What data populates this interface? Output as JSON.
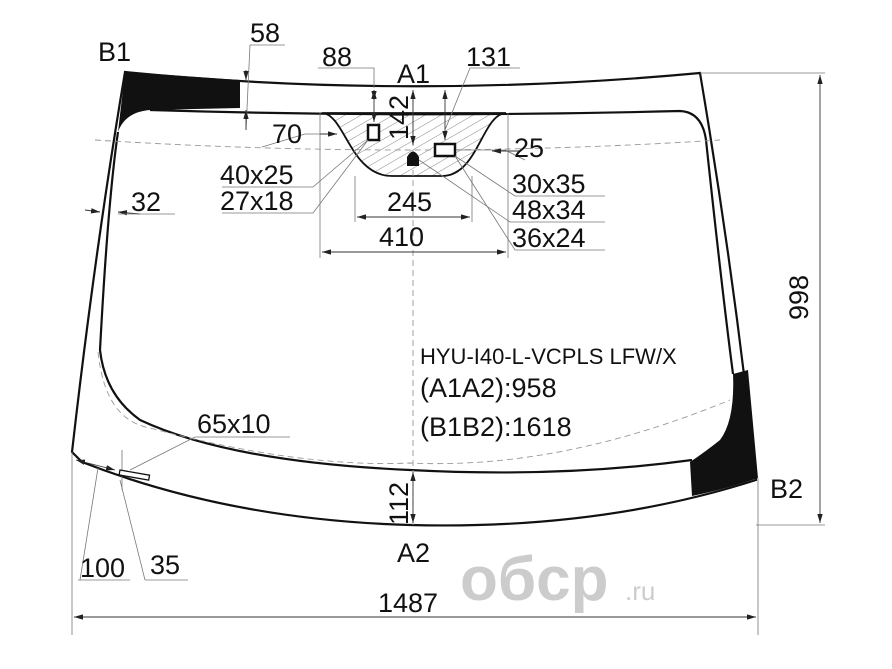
{
  "drawing": {
    "corner_labels": {
      "b1": "B1",
      "b2": "B2",
      "a1": "A1",
      "a2": "A2"
    },
    "dimensions": {
      "top_band_left": "58",
      "sensor_offset_left": "88",
      "sensor_offset_right": "131",
      "notch_depth": "142",
      "sensor_side": "70",
      "sensor_right_offset": "25",
      "sensor_size_1": "40x25",
      "sensor_size_2": "27x18",
      "sensor_size_3": "30x35",
      "sensor_size_4": "48x34",
      "sensor_size_5": "36x24",
      "notch_inner_width": "245",
      "notch_outer_width": "410",
      "side_band": "32",
      "bottom_band": "112",
      "height": "998",
      "width": "1487",
      "vin_window": "65x10",
      "bottom_left_1": "100",
      "bottom_left_2": "35"
    },
    "info": {
      "part_code": "HYU-I40-L-VCPLS LFW/X",
      "a1a2": "(A1A2):958",
      "b1b2": "(B1B2):1618"
    },
    "watermark": {
      "main": "oбcp",
      "suffix": ".ru"
    }
  }
}
